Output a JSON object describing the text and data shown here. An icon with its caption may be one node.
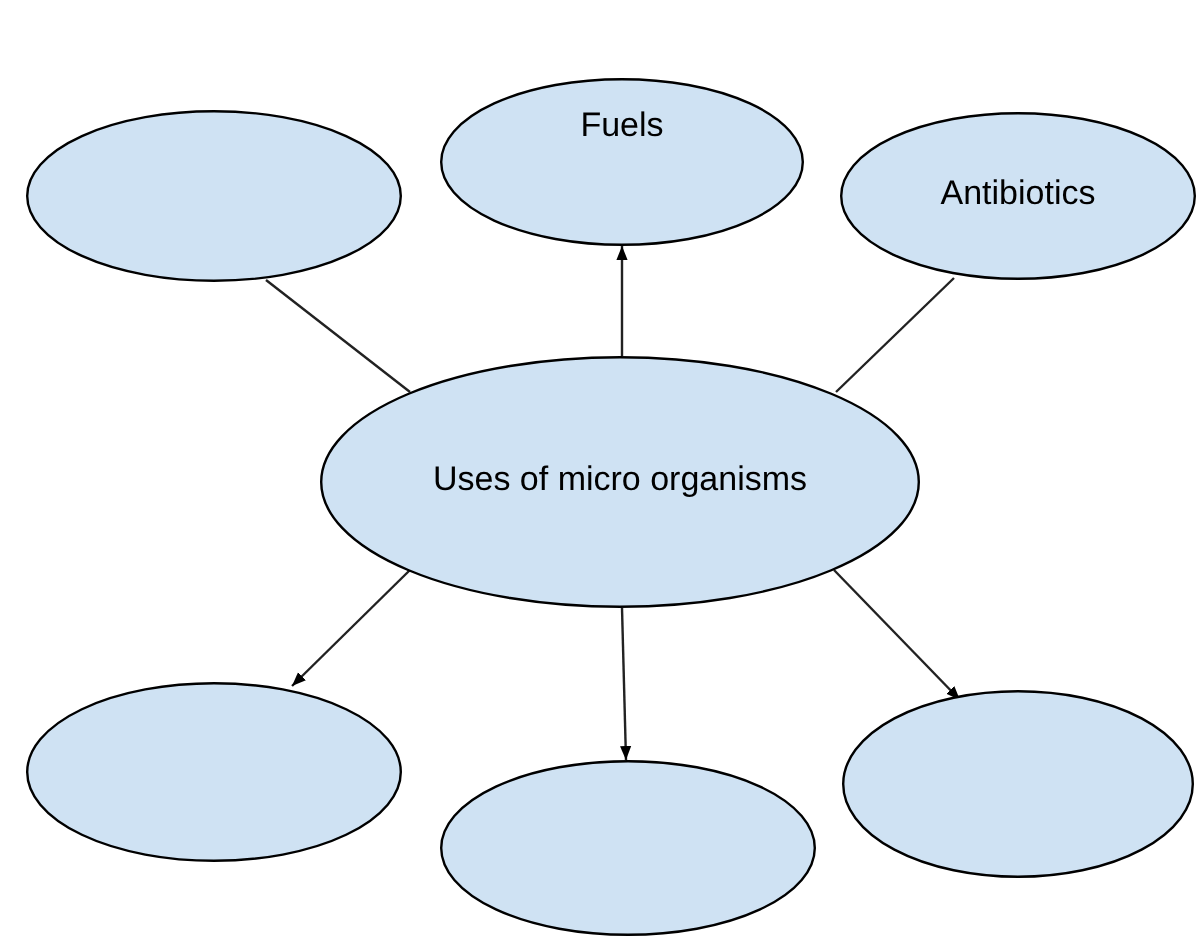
{
  "diagram": {
    "nodes": [
      {
        "text": [
          "Fuels"
        ]
      },
      {
        "text": [],
        "shape": "ellipse"
      },
      {
        "text": [
          "Antibiotics"
        ]
      },
      {
        "text": [
          "Uses of micro organisms"
        ]
      },
      {
        "text": [],
        "shape": "ellipse"
      },
      {
        "text": [],
        "shape": "ellipse"
      },
      {
        "text": [],
        "shape": "ellipse"
      }
    ],
    "edges": [
      {
        "from": 3,
        "to": 1,
        "arrow": "none"
      },
      {
        "from": 3,
        "to": 0,
        "arrow": "to"
      },
      {
        "from": 3,
        "to": 2,
        "arrow": "none"
      },
      {
        "from": 3,
        "to": 4,
        "arrow": "to"
      },
      {
        "from": 3,
        "to": 6,
        "arrow": "to"
      },
      {
        "from": 3,
        "to": 5,
        "arrow": "to"
      }
    ]
  }
}
